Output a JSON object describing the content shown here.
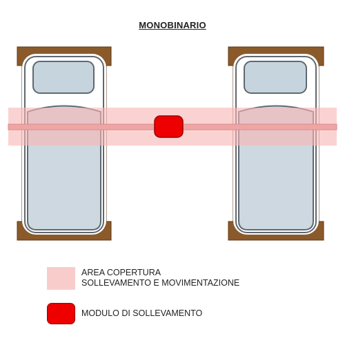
{
  "title": "MONOBINARIO",
  "colors": {
    "bed_frame": "#8b5a2b",
    "bed_frame_stroke": "#5c3510",
    "mattress": "#cdd8e0",
    "mattress_border": "#5f6870",
    "pillow": "#c6d4de",
    "coverage_area": "#f7b7b7",
    "rail": "#f0a5a5",
    "lifting_module": "#ee0000"
  },
  "legend": {
    "coverage": {
      "line1": "AREA COPERTURA",
      "line2": "SOLLEVAMENTO E MOVIMENTAZIONE"
    },
    "module": {
      "label": "MODULO DI SOLLEVAMENTO"
    }
  }
}
